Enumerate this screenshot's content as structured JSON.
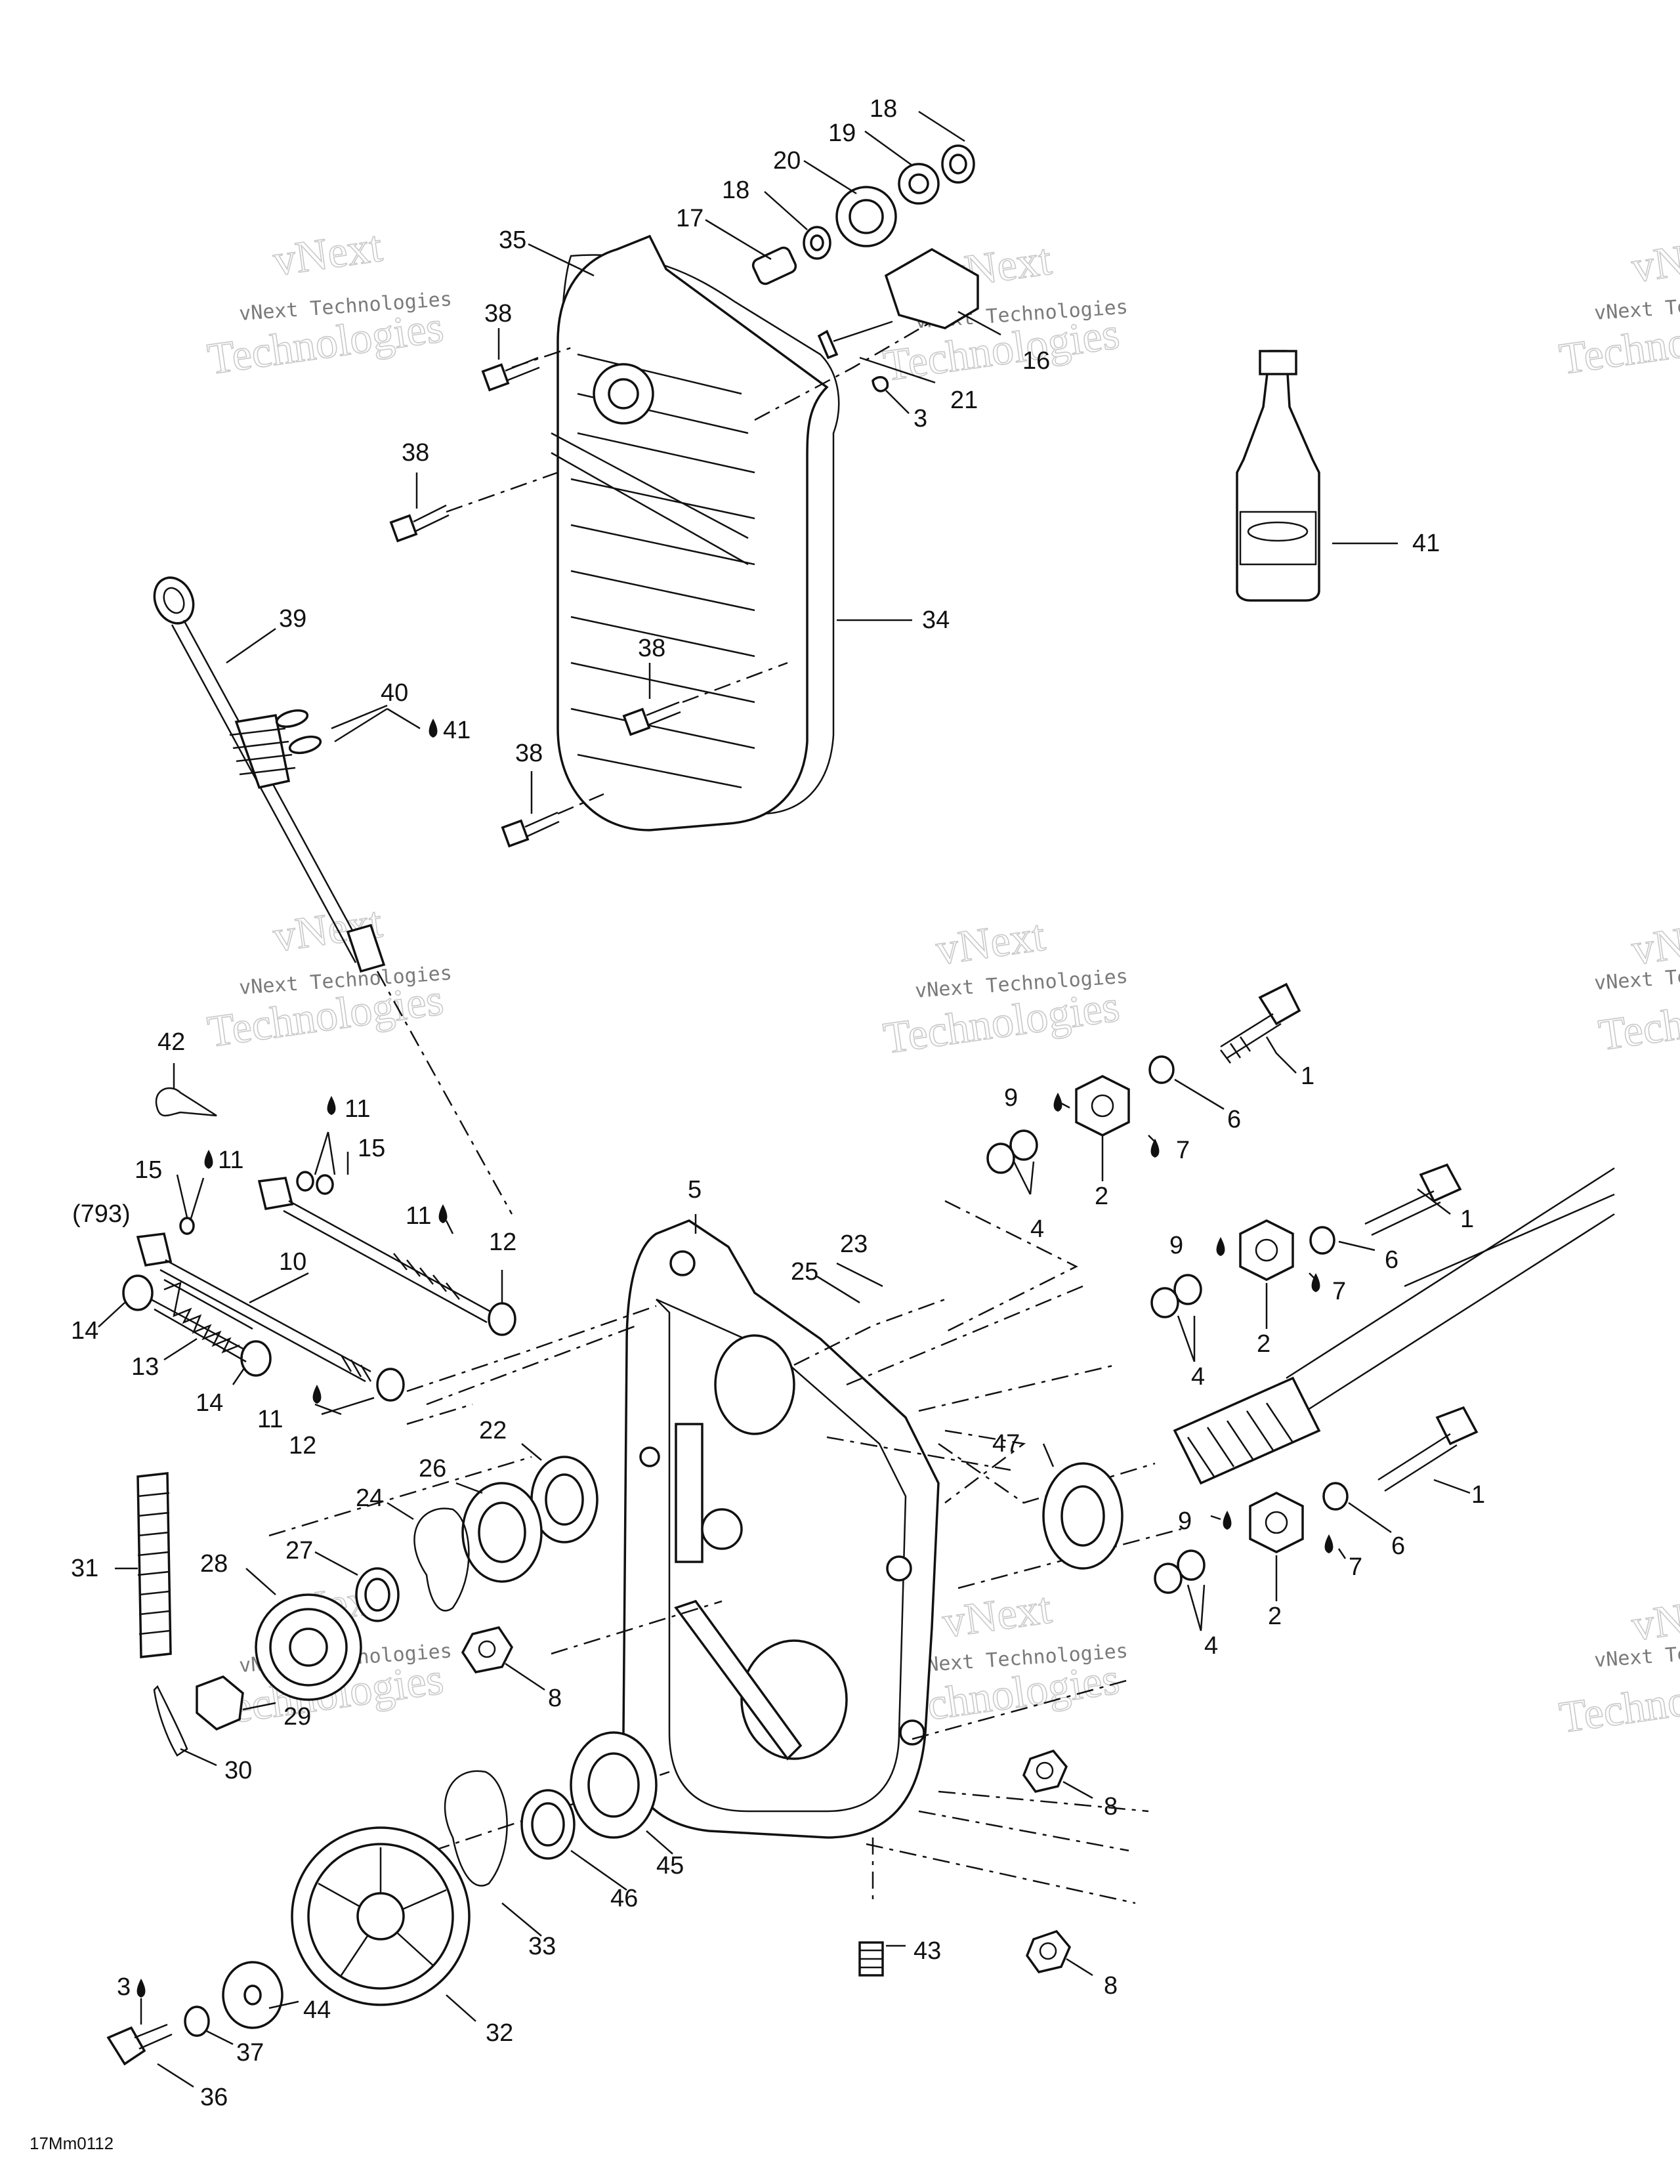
{
  "diagram": {
    "figure_code": "17Mm0112",
    "watermark": {
      "line1": "vNext Technologies",
      "line2": "vNext",
      "line3": "Technologies"
    },
    "callouts": [
      {
        "id": "c18a",
        "text": "18"
      },
      {
        "id": "c19",
        "text": "19"
      },
      {
        "id": "c20",
        "text": "20"
      },
      {
        "id": "c18b",
        "text": "18"
      },
      {
        "id": "c17",
        "text": "17"
      },
      {
        "id": "c35",
        "text": "35"
      },
      {
        "id": "c38a",
        "text": "38"
      },
      {
        "id": "c16",
        "text": "16"
      },
      {
        "id": "c21",
        "text": "21"
      },
      {
        "id": "c3a",
        "text": "3"
      },
      {
        "id": "c38b",
        "text": "38"
      },
      {
        "id": "c41a",
        "text": "41"
      },
      {
        "id": "c39",
        "text": "39"
      },
      {
        "id": "c34",
        "text": "34"
      },
      {
        "id": "c38c",
        "text": "38"
      },
      {
        "id": "c40",
        "text": "40"
      },
      {
        "id": "c41b",
        "text": "41"
      },
      {
        "id": "c38d",
        "text": "38"
      },
      {
        "id": "c42",
        "text": "42"
      },
      {
        "id": "c1a",
        "text": "1"
      },
      {
        "id": "c9a",
        "text": "9"
      },
      {
        "id": "c6a",
        "text": "6"
      },
      {
        "id": "c7a",
        "text": "7"
      },
      {
        "id": "c11a",
        "text": "11"
      },
      {
        "id": "c15a",
        "text": "15"
      },
      {
        "id": "c2a",
        "text": "2"
      },
      {
        "id": "c15b",
        "text": "15"
      },
      {
        "id": "c11b",
        "text": "11"
      },
      {
        "id": "c4a",
        "text": "4"
      },
      {
        "id": "c793",
        "text": "(793)"
      },
      {
        "id": "c5",
        "text": "5"
      },
      {
        "id": "c11c",
        "text": "11"
      },
      {
        "id": "c1b",
        "text": "1"
      },
      {
        "id": "c9b",
        "text": "9"
      },
      {
        "id": "c23",
        "text": "23"
      },
      {
        "id": "c10",
        "text": "10"
      },
      {
        "id": "c12a",
        "text": "12"
      },
      {
        "id": "c6b",
        "text": "6"
      },
      {
        "id": "c7b",
        "text": "7"
      },
      {
        "id": "c14a",
        "text": "14"
      },
      {
        "id": "c25",
        "text": "25"
      },
      {
        "id": "c2b",
        "text": "2"
      },
      {
        "id": "c13",
        "text": "13"
      },
      {
        "id": "c14b",
        "text": "14"
      },
      {
        "id": "c4b",
        "text": "4"
      },
      {
        "id": "c11d",
        "text": "11"
      },
      {
        "id": "c12b",
        "text": "12"
      },
      {
        "id": "c22",
        "text": "22"
      },
      {
        "id": "c47",
        "text": "47"
      },
      {
        "id": "c1c",
        "text": "1"
      },
      {
        "id": "c26",
        "text": "26"
      },
      {
        "id": "c24",
        "text": "24"
      },
      {
        "id": "c9c",
        "text": "9"
      },
      {
        "id": "c6c",
        "text": "6"
      },
      {
        "id": "c31",
        "text": "31"
      },
      {
        "id": "c28",
        "text": "28"
      },
      {
        "id": "c27",
        "text": "27"
      },
      {
        "id": "c7c",
        "text": "7"
      },
      {
        "id": "c2c",
        "text": "2"
      },
      {
        "id": "c4c",
        "text": "4"
      },
      {
        "id": "c8a",
        "text": "8"
      },
      {
        "id": "c29",
        "text": "29"
      },
      {
        "id": "c30",
        "text": "30"
      },
      {
        "id": "c8b",
        "text": "8"
      },
      {
        "id": "c45",
        "text": "45"
      },
      {
        "id": "c46",
        "text": "46"
      },
      {
        "id": "c33",
        "text": "33"
      },
      {
        "id": "c43",
        "text": "43"
      },
      {
        "id": "c3b",
        "text": "3"
      },
      {
        "id": "c44",
        "text": "44"
      },
      {
        "id": "c8c",
        "text": "8"
      },
      {
        "id": "c32",
        "text": "32"
      },
      {
        "id": "c37",
        "text": "37"
      },
      {
        "id": "c36",
        "text": "36"
      }
    ]
  }
}
